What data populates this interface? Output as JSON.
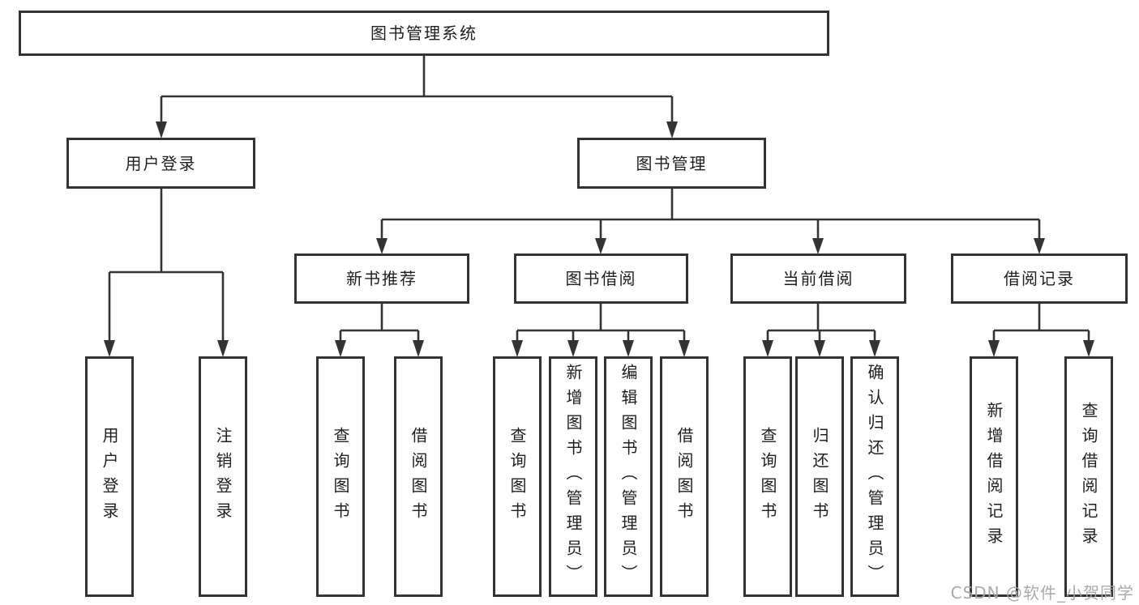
{
  "tree": {
    "label": "图书管理系统",
    "children": [
      {
        "label": "用户登录",
        "children": [
          {
            "label": "用户登录"
          },
          {
            "label": "注销登录"
          }
        ]
      },
      {
        "label": "图书管理",
        "children": [
          {
            "label": "新书推荐",
            "children": [
              {
                "label": "查询图书"
              },
              {
                "label": "借阅图书"
              }
            ]
          },
          {
            "label": "图书借阅",
            "children": [
              {
                "label": "查询图书"
              },
              {
                "label": "新增图书（管理员）"
              },
              {
                "label": "编辑图书（管理员）"
              },
              {
                "label": "借阅图书"
              }
            ]
          },
          {
            "label": "当前借阅",
            "children": [
              {
                "label": "查询图书"
              },
              {
                "label": "归还图书"
              },
              {
                "label": "确认归还（管理员）"
              }
            ]
          },
          {
            "label": "借阅记录",
            "children": [
              {
                "label": "新增借阅记录"
              },
              {
                "label": "查询借阅记录"
              }
            ]
          }
        ]
      }
    ]
  },
  "watermark": {
    "text": "CSDN @软件_小贺同学"
  },
  "colors": {
    "line": "#333333",
    "box_border": "#333333",
    "text": "#1f1f1f",
    "background": "#ffffff",
    "watermark": "#a5a5a5"
  }
}
